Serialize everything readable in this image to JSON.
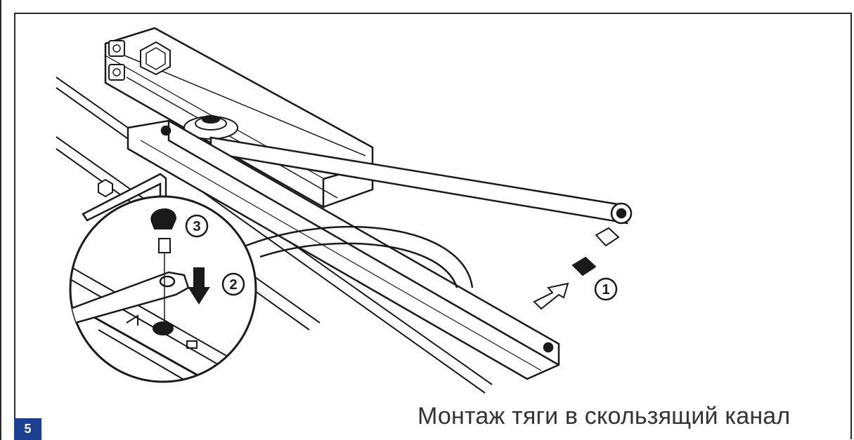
{
  "caption": "Монтаж тяги в скользящий канал",
  "step_number": "5",
  "callouts": [
    "1",
    "2",
    "3"
  ],
  "colors": {
    "badge": "#1d3f8f",
    "line": "#1a1a1a",
    "frame": "#2b2b2b"
  }
}
